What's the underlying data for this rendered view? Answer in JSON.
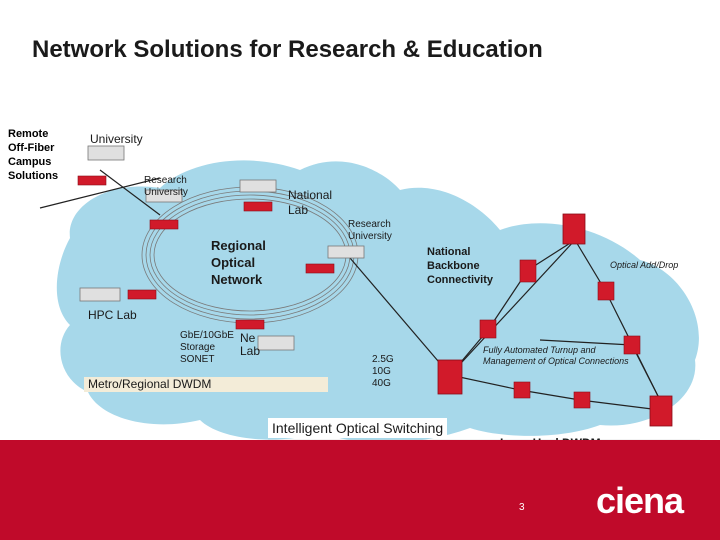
{
  "title": "Network Solutions for Research & Education",
  "remote_lines": [
    "Remote",
    "Off-Fiber",
    "Campus",
    "Solutions"
  ],
  "labels": {
    "university": "University",
    "research_university_1": [
      "Research",
      "University"
    ],
    "national_lab": [
      "National",
      "Lab"
    ],
    "research_university_2": [
      "Research",
      "University"
    ],
    "regional_optical_network": [
      "Regional",
      "Optical",
      "Network"
    ],
    "national_backbone": [
      "National",
      "Backbone",
      "Connectivity"
    ],
    "optical_add_drop": "Optical Add/Drop",
    "hpc_lab": "HPC Lab",
    "storage_lines": [
      "GbE/10GbE",
      "Storage",
      "SONET"
    ],
    "ne_lab": [
      "Ne",
      "Lab"
    ],
    "rates": [
      "2.5G",
      "10G",
      "40G"
    ],
    "metro_regional": "Metro/Regional DWDM",
    "fully_automated": [
      "Fully Automated Turnup and",
      "Management of Optical Connections"
    ],
    "intelligent_switching": "Intelligent Optical Switching",
    "long_haul": "Long Haul DWDM"
  },
  "page_number": "3",
  "logo_text": "ciena",
  "colors": {
    "cloud": "#a7d8ea",
    "footer": "#c00a2a",
    "node_red": "#d11a2a",
    "metro_box": "#f3ecd8"
  }
}
